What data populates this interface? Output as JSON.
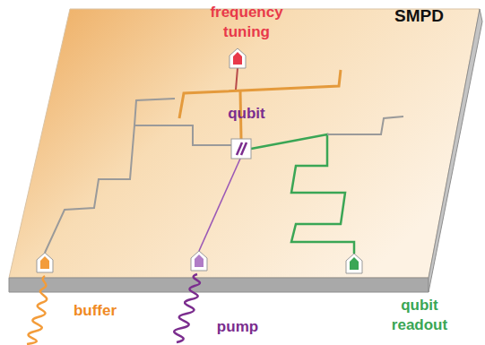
{
  "diagram": {
    "title": "SMPD",
    "labels": [
      "frequency tuning",
      "qubit",
      "buffer",
      "pump",
      "qubit readout"
    ]
  }
}
